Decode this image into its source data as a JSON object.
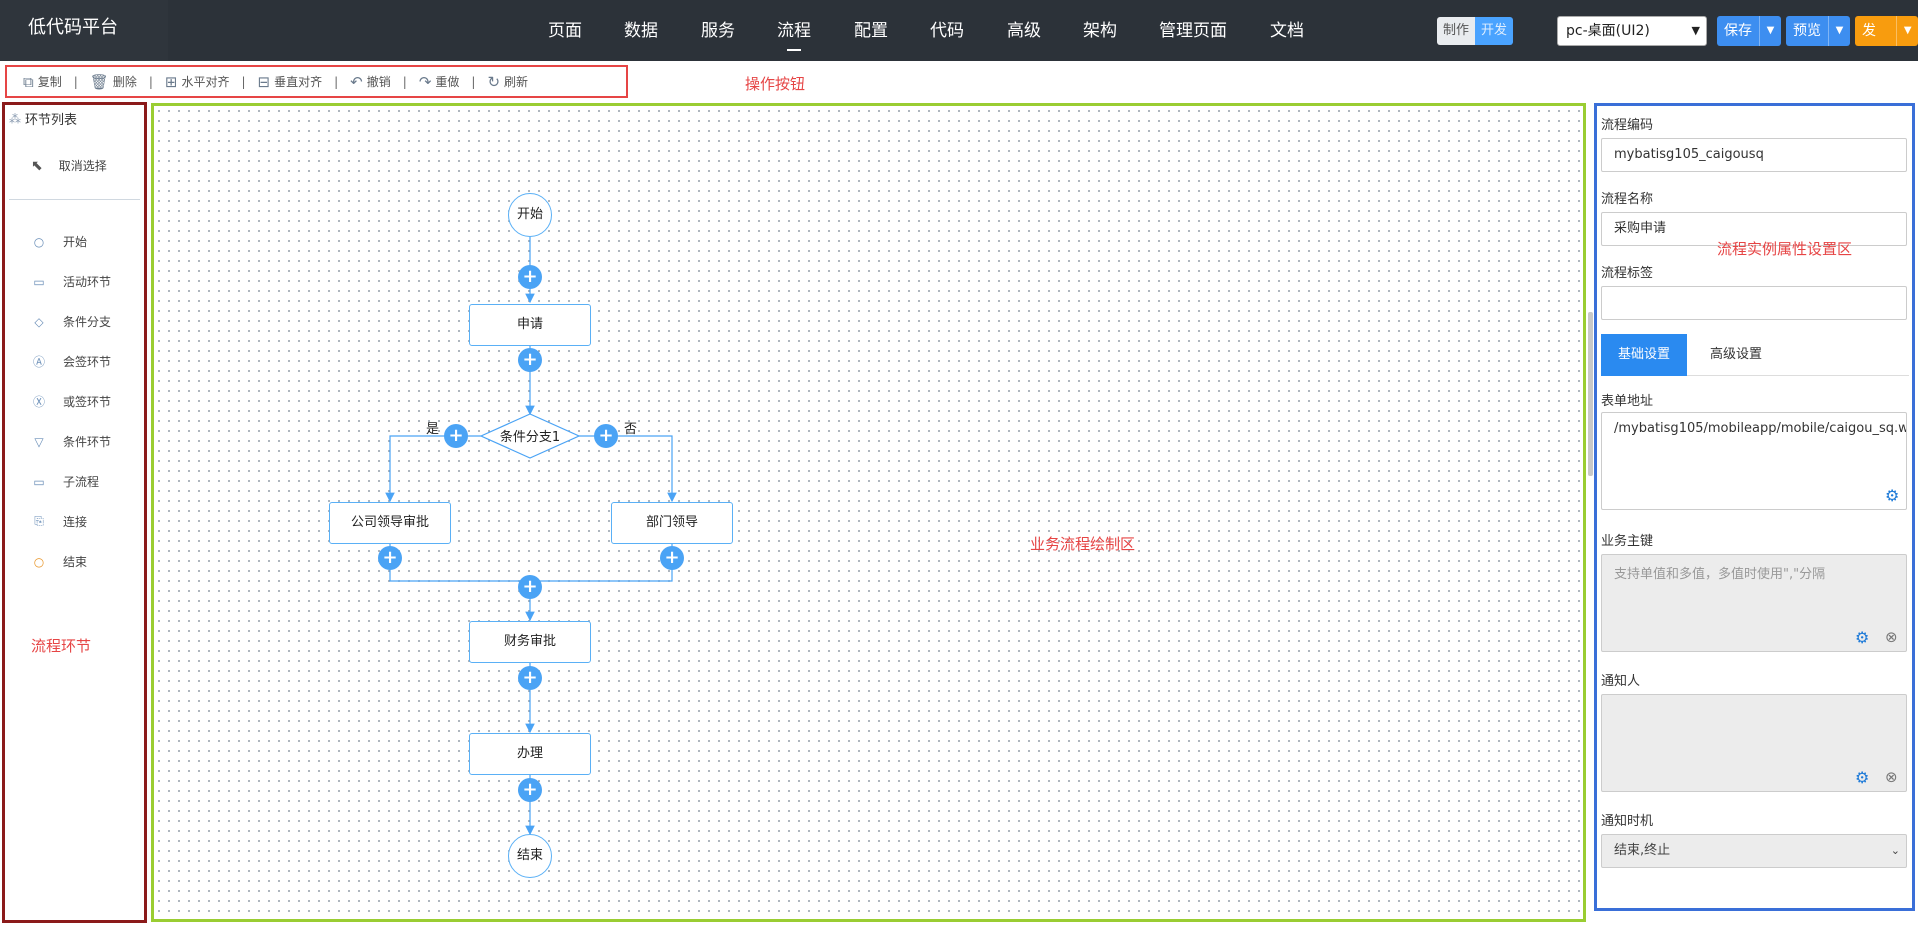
{
  "header": {
    "brand": "低代码平台",
    "nav": [
      "页面",
      "数据",
      "服务",
      "流程",
      "配置",
      "代码",
      "高级",
      "架构",
      "管理页面",
      "文档"
    ],
    "active_nav": "流程",
    "mode_make": "制作",
    "mode_dev": "开发",
    "device_select": "pc-桌面(UI2)",
    "save": "保存",
    "preview": "预览",
    "publish": "发布"
  },
  "toolbar": {
    "items": [
      {
        "label": "复制",
        "icon": "copy-icon"
      },
      {
        "label": "删除",
        "icon": "delete-icon"
      },
      {
        "label": "水平对齐",
        "icon": "align-horizontal-icon"
      },
      {
        "label": "垂直对齐",
        "icon": "align-vertical-icon"
      },
      {
        "label": "撤销",
        "icon": "undo-icon"
      },
      {
        "label": "重做",
        "icon": "redo-icon"
      },
      {
        "label": "刷新",
        "icon": "refresh-icon"
      }
    ],
    "separator": "|"
  },
  "annotations": {
    "toolbar": "操作按钮",
    "left": "流程环节",
    "canvas": "业务流程绘制区",
    "right": "流程实例属性设置区"
  },
  "left_panel": {
    "title": "环节列表",
    "cancel_select": "取消选择",
    "items": [
      {
        "label": "开始",
        "icon": "start-circle-icon"
      },
      {
        "label": "活动环节",
        "icon": "activity-rect-icon"
      },
      {
        "label": "条件分支",
        "icon": "diamond-icon"
      },
      {
        "label": "会签环节",
        "icon": "countersign-icon"
      },
      {
        "label": "或签环节",
        "icon": "or-sign-icon"
      },
      {
        "label": "条件环节",
        "icon": "triangle-icon"
      },
      {
        "label": "子流程",
        "icon": "subprocess-icon"
      },
      {
        "label": "连接",
        "icon": "connection-icon"
      },
      {
        "label": "结束",
        "icon": "end-circle-icon"
      }
    ]
  },
  "flow": {
    "start": "开始",
    "apply": "申请",
    "decision": "条件分支1",
    "yes": "是",
    "no": "否",
    "company_approval": "公司领导审批",
    "dept_leader": "部门领导",
    "finance_approval": "财务审批",
    "handle": "办理",
    "end": "结束",
    "plus": "+"
  },
  "properties": {
    "code_label": "流程编码",
    "code_value": "mybatisg105_caigousq",
    "name_label": "流程名称",
    "name_value": "采购申请",
    "tag_label": "流程标签",
    "tag_value": "",
    "tab_basic": "基础设置",
    "tab_advanced": "高级设置",
    "form_url_label": "表单地址",
    "form_url_value": "/mybatisg105/mobileapp/mobile/caigou_sq.w",
    "business_key_label": "业务主键",
    "business_key_placeholder": "支持单值和多值，多值时使用\",\"分隔",
    "notify_label": "通知人",
    "notify_value": "",
    "notify_time_label": "通知时机",
    "notify_time_value": "结束,终止"
  },
  "colors": {
    "navbar": "#2c3239",
    "accent_blue": "#3d8ef0",
    "publish_orange": "#f89c0e",
    "flow_blue": "#4aa3f5",
    "annotation_red": "#e64545",
    "left_border": "#8b1a1a",
    "canvas_border": "#9acd32",
    "right_border": "#3a6fd8"
  }
}
